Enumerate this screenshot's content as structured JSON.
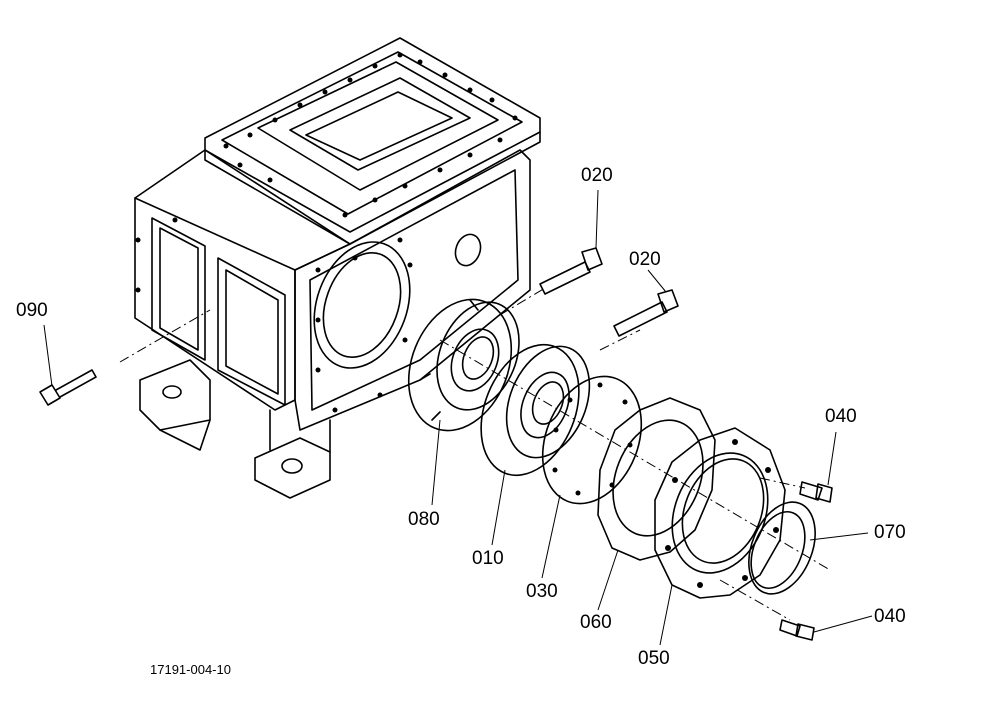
{
  "callouts": {
    "c020a": "020",
    "c020b": "020",
    "c090": "090",
    "c040a": "040",
    "c070": "070",
    "c080": "080",
    "c010": "010",
    "c030": "030",
    "c060": "060",
    "c050": "050",
    "c040b": "040"
  },
  "drawing_ref": "17191-004-10"
}
